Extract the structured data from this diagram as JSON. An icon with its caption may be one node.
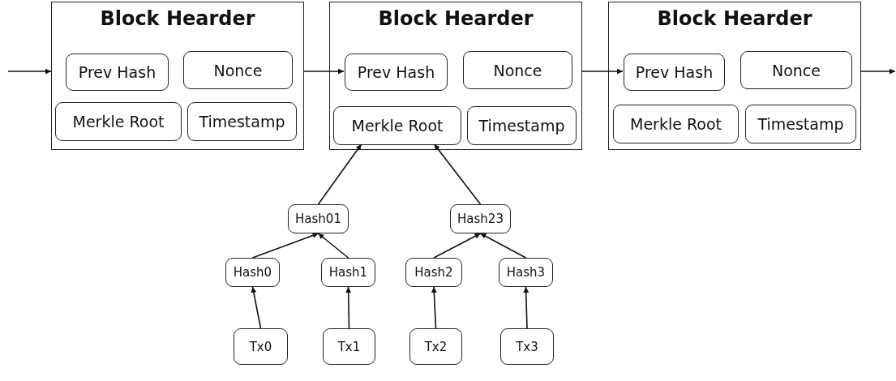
{
  "diagram": {
    "nodes": [
      {
        "text": [
          "Block Hearder"
        ]
      },
      {
        "text": [
          "Prev Hash"
        ],
        "in": 0
      },
      {
        "text": [
          "Nonce"
        ],
        "in": 0
      },
      {
        "text": [
          "Merkle Root"
        ],
        "in": 0
      },
      {
        "text": [
          "Timestamp"
        ],
        "in": 0
      },
      {
        "text": [
          "Block Hearder"
        ]
      },
      {
        "text": [
          "Prev Hash"
        ],
        "in": 5
      },
      {
        "text": [
          "Nonce"
        ],
        "in": 5
      },
      {
        "text": [
          "Merkle Root"
        ],
        "in": 5
      },
      {
        "text": [
          "Timestamp"
        ],
        "in": 5
      },
      {
        "text": [
          "Block Hearder"
        ]
      },
      {
        "text": [
          "Prev Hash"
        ],
        "in": 10
      },
      {
        "text": [
          "Nonce"
        ],
        "in": 10
      },
      {
        "text": [
          "Merkle Root"
        ],
        "in": 10
      },
      {
        "text": [
          "Timestamp"
        ],
        "in": 10
      },
      {
        "text": [
          "Hash01"
        ]
      },
      {
        "text": [
          "Hash23"
        ]
      },
      {
        "text": [
          "Hash0"
        ]
      },
      {
        "text": [
          "Hash1"
        ]
      },
      {
        "text": [
          "Hash2"
        ]
      },
      {
        "text": [
          "Hash3"
        ]
      },
      {
        "text": [
          "Tx0"
        ]
      },
      {
        "text": [
          "Tx1"
        ]
      },
      {
        "text": [
          "Tx2"
        ]
      },
      {
        "text": [
          "Tx3"
        ]
      }
    ],
    "edges": [
      {
        "from": null,
        "to": 0,
        "arrow": "to"
      },
      {
        "from": 0,
        "to": 6,
        "arrow": "to"
      },
      {
        "from": 5,
        "to": 11,
        "arrow": "to"
      },
      {
        "from": 10,
        "to": null,
        "arrow": "to"
      },
      {
        "from": 15,
        "to": 8,
        "arrow": "to"
      },
      {
        "from": 16,
        "to": 8,
        "arrow": "to"
      },
      {
        "from": 17,
        "to": 15,
        "arrow": "to"
      },
      {
        "from": 18,
        "to": 15,
        "arrow": "to"
      },
      {
        "from": 19,
        "to": 16,
        "arrow": "to"
      },
      {
        "from": 20,
        "to": 16,
        "arrow": "to"
      },
      {
        "from": 21,
        "to": 17,
        "arrow": "to"
      },
      {
        "from": 22,
        "to": 18,
        "arrow": "to"
      },
      {
        "from": 23,
        "to": 19,
        "arrow": "to"
      },
      {
        "from": 24,
        "to": 20,
        "arrow": "to"
      }
    ]
  }
}
